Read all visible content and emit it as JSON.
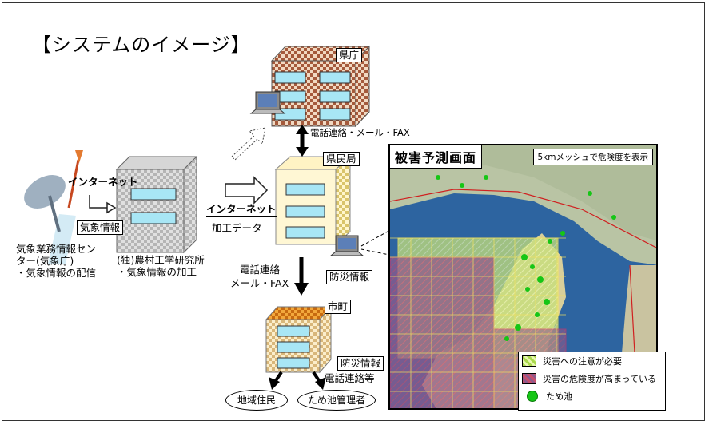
{
  "title": "【システムのイメージ】",
  "nodes": {
    "prefecture": "県庁",
    "bureau": "県民局",
    "city": "市町"
  },
  "labels": {
    "internet_top": "インターネット",
    "weather_info": "気象情報",
    "internet_mid": "インターネット",
    "processed_data": "加工データ",
    "contact_top": "電話連絡・メール・FAX",
    "contact_mid_line1": "電話連絡",
    "contact_mid_line2": "メール・FAX",
    "disaster_info_bureau": "防災情報",
    "disaster_info_city": "防災情報",
    "contact_etc": "電話連絡等"
  },
  "sources": {
    "weather_center": [
      "気象業務情報センター(気象庁)",
      "・気象情報の配信"
    ],
    "institute": [
      "(独)農村工学研究所",
      "・気象情報の加工"
    ]
  },
  "recipients": {
    "residents": "地域住民",
    "pond_managers": "ため池管理者"
  },
  "map": {
    "title": "被害予測画面",
    "note": "5kmメッシュで危険度を表示"
  },
  "legend": [
    {
      "label": "災害への注意が必要",
      "color": "#a8d84a"
    },
    {
      "label": "災害の危険度が高まっている",
      "color": "#c8506e"
    },
    {
      "label": "ため池",
      "color": "#16c616"
    }
  ]
}
